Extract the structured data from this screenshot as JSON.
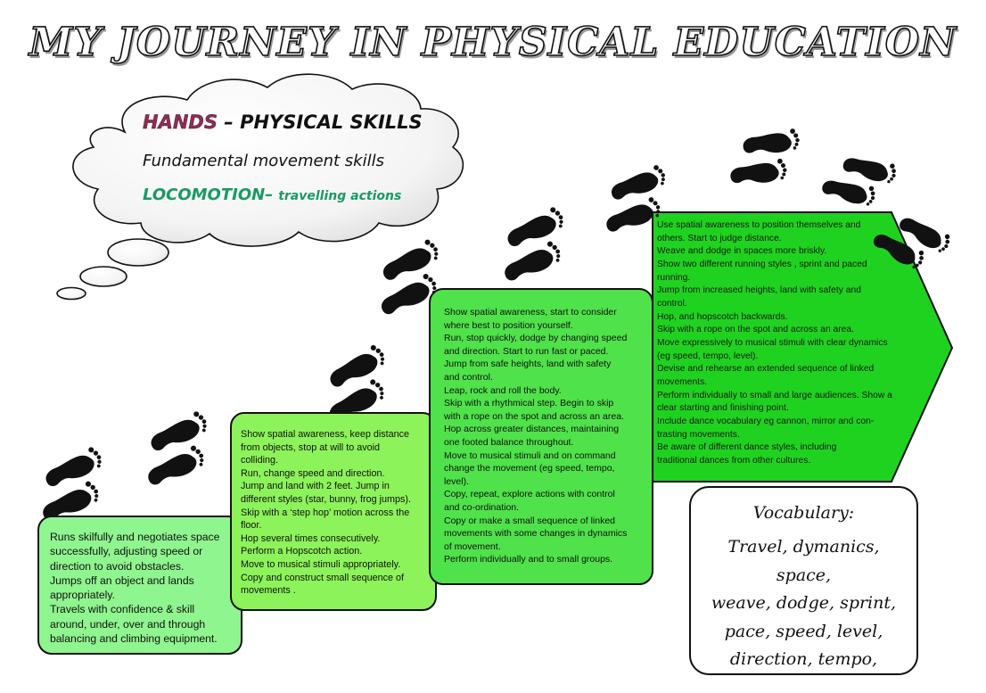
{
  "title": "MY JOURNEY IN PHYSICAL EDUCATION",
  "cloud": {
    "hands": "HANDS",
    "physical_skills": " – PHYSICAL SKILLS",
    "fundamental": "Fundamental movement skills",
    "locomotion": "LOCOMOTION–",
    "travelling": "travelling actions"
  },
  "colors": {
    "box1": "#8ff58f",
    "box2": "#8cf35a",
    "box3": "#4fe24a",
    "chevron": "#1fd21f",
    "hands": "#8e2d55",
    "locomotion": "#1a9a62"
  },
  "stage1": {
    "lines": [
      "Runs skilfully and negotiates space",
      "successfully, adjusting speed or",
      "direction to avoid obstacles.",
      "Jumps off an object and lands",
      "appropriately.",
      "Travels with confidence & skill",
      "around, under, over and through",
      "balancing and climbing equipment."
    ]
  },
  "stage2": {
    "lines": [
      "Show spatial awareness, keep distance",
      "from objects, stop at will to avoid",
      "colliding.",
      "Run, change speed and direction.",
      "Jump and land with 2 feet. Jump in",
      "different styles (star, bunny, frog jumps).",
      "Skip with a ‘step hop’ motion across the",
      "floor.",
      "Hop several times consecutively.",
      "Perform a Hopscotch action.",
      "Move to musical stimuli appropriately.",
      "Copy and construct small sequence of",
      "movements ."
    ]
  },
  "stage3": {
    "lines": [
      "Show spatial awareness, start to consider",
      "where best to position yourself.",
      "Run, stop quickly, dodge by changing speed",
      "and direction. Start to run fast or paced.",
      "Jump from safe heights, land with safety",
      "and control.",
      "Leap, rock and roll the body.",
      "Skip with a rhythmical step. Begin to skip",
      "with a rope on the spot and across an area.",
      "Hop across greater distances, maintaining",
      "one footed balance throughout.",
      "Move to musical stimuli and on command",
      "change the movement (eg speed, tempo,",
      "level).",
      "Copy, repeat, explore actions with control",
      "and co-ordination.",
      "Copy or make a small sequence of linked",
      "movements with some changes in dynamics",
      "of movement.",
      "Perform individually and to small groups."
    ]
  },
  "stage4": {
    "lines": [
      "Use spatial awareness to position themselves and",
      "others. Start to judge distance.",
      "Weave and dodge in spaces more briskly.",
      "Show two different running styles , sprint and paced",
      "running.",
      "Jump from increased heights, land with safety and",
      "control.",
      "Hop, and hopscotch backwards.",
      "Skip with a rope on the spot and across an area.",
      "Move expressively to musical stimuli with clear dynamics",
      "(eg speed, tempo, level).",
      "Devise and rehearse an extended sequence of linked",
      "movements.",
      "Perform individually to small and large audiences. Show a",
      "clear starting and finishing point.",
      "Include dance vocabulary eg cannon, mirror and con-",
      "trasting movements.",
      "Be aware of different dance styles, including",
      "traditional dances from other cultures."
    ]
  },
  "vocabulary": {
    "title": "Vocabulary:",
    "lines": [
      "Travel, dymanics, space,",
      "weave, dodge, sprint,",
      "pace, speed, level,",
      "direction, tempo,"
    ]
  },
  "footprints": {
    "count": 9,
    "icon": "footprint-pair-icon"
  }
}
